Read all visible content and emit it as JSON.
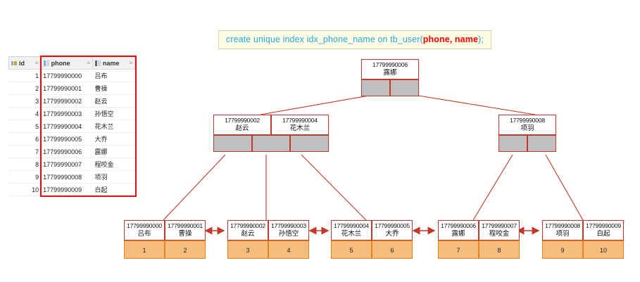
{
  "sql": {
    "prefix": "create unique index idx_phone_name on tb_user(",
    "highlight": "phone, name",
    "suffix": ");",
    "text_color": "#2aa6e0",
    "highlight_color": "#ff0000",
    "background": "#fdfce4"
  },
  "table": {
    "columns": [
      {
        "key": "id",
        "label": "id",
        "icon": "primary-key-icon",
        "sort_glyph": "≡"
      },
      {
        "key": "phone",
        "label": "phone",
        "icon": "column-icon",
        "sort_glyph": "≡"
      },
      {
        "key": "name",
        "label": "name",
        "icon": "column-icon",
        "sort_glyph": "≡"
      }
    ],
    "rows": [
      {
        "id": "1",
        "phone": "17799990000",
        "name": "吕布"
      },
      {
        "id": "2",
        "phone": "17799990001",
        "name": "曹操"
      },
      {
        "id": "3",
        "phone": "17799990002",
        "name": "赵云"
      },
      {
        "id": "4",
        "phone": "17799990003",
        "name": "孙悟空"
      },
      {
        "id": "5",
        "phone": "17799990004",
        "name": "花木兰"
      },
      {
        "id": "6",
        "phone": "17799990005",
        "name": "大乔"
      },
      {
        "id": "7",
        "phone": "17799990006",
        "name": "露娜"
      },
      {
        "id": "8",
        "phone": "17799990007",
        "name": "程咬金"
      },
      {
        "id": "9",
        "phone": "17799990008",
        "name": "项羽"
      },
      {
        "id": "10",
        "phone": "17799990009",
        "name": "白起"
      }
    ],
    "highlight_color": "#ff0000"
  },
  "tree": {
    "node_border_color": "#c0392b",
    "pointer_fill": "#c0c0c0",
    "leaf_data_fill": "#f7bd7f",
    "leaf_data_border": "#e8821e",
    "root": {
      "keys": [
        {
          "value": "17799990006",
          "name": "露娜"
        }
      ],
      "pointers": 2
    },
    "internal": [
      {
        "keys": [
          {
            "value": "17799990002",
            "name": "赵云"
          },
          {
            "value": "17799990004",
            "name": "花木兰"
          }
        ],
        "pointers": 3
      },
      {
        "keys": [
          {
            "value": "17799990008",
            "name": "项羽"
          }
        ],
        "pointers": 2
      }
    ],
    "leaves": [
      {
        "keys": [
          {
            "value": "17799990000",
            "name": "吕布"
          },
          {
            "value": "17799990001",
            "name": "曹操"
          }
        ],
        "data": [
          "1",
          "2"
        ]
      },
      {
        "keys": [
          {
            "value": "17799990002",
            "name": "赵云"
          },
          {
            "value": "17799990003",
            "name": "孙悟空"
          }
        ],
        "data": [
          "3",
          "4"
        ]
      },
      {
        "keys": [
          {
            "value": "17799990004",
            "name": "花木兰"
          },
          {
            "value": "17799990005",
            "name": "大乔"
          }
        ],
        "data": [
          "5",
          "6"
        ]
      },
      {
        "keys": [
          {
            "value": "17799990006",
            "name": "露娜"
          },
          {
            "value": "17799990007",
            "name": "程咬金"
          }
        ],
        "data": [
          "7",
          "8"
        ]
      },
      {
        "keys": [
          {
            "value": "17799990008",
            "name": "项羽"
          },
          {
            "value": "17799990009",
            "name": "白起"
          }
        ],
        "data": [
          "9",
          "10"
        ]
      }
    ]
  }
}
